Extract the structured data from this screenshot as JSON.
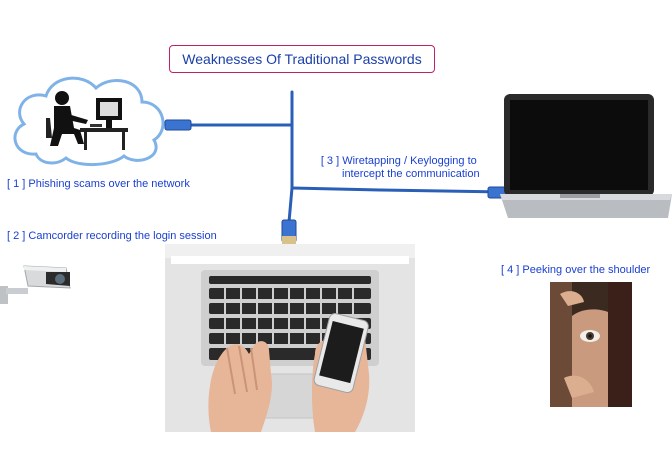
{
  "title": "Weaknesses Of Traditional Passwords",
  "threats": [
    {
      "number": "[ 1 ]",
      "text": "Phishing scams over the network"
    },
    {
      "number": "[ 2 ]",
      "text": "Camcorder recording the login session"
    },
    {
      "number": "[ 3 ]",
      "text": "Wiretapping / Keylogging to",
      "text2": "intercept the communication"
    },
    {
      "number": "[ 4 ]",
      "text": "Peeking over the shoulder"
    }
  ],
  "colors": {
    "title_border": "#c0206a",
    "title_text": "#1a3fa8",
    "label_text": "#1a3fd0",
    "cable": "#2a5fb8",
    "cloud_outline": "#7fb3e8"
  },
  "icons": [
    "cloud-icon",
    "desktop-user-icon",
    "network-cable-icon",
    "laptop-icon",
    "security-camera-icon",
    "laptop-smartphone-icon",
    "peeking-eye-icon"
  ]
}
